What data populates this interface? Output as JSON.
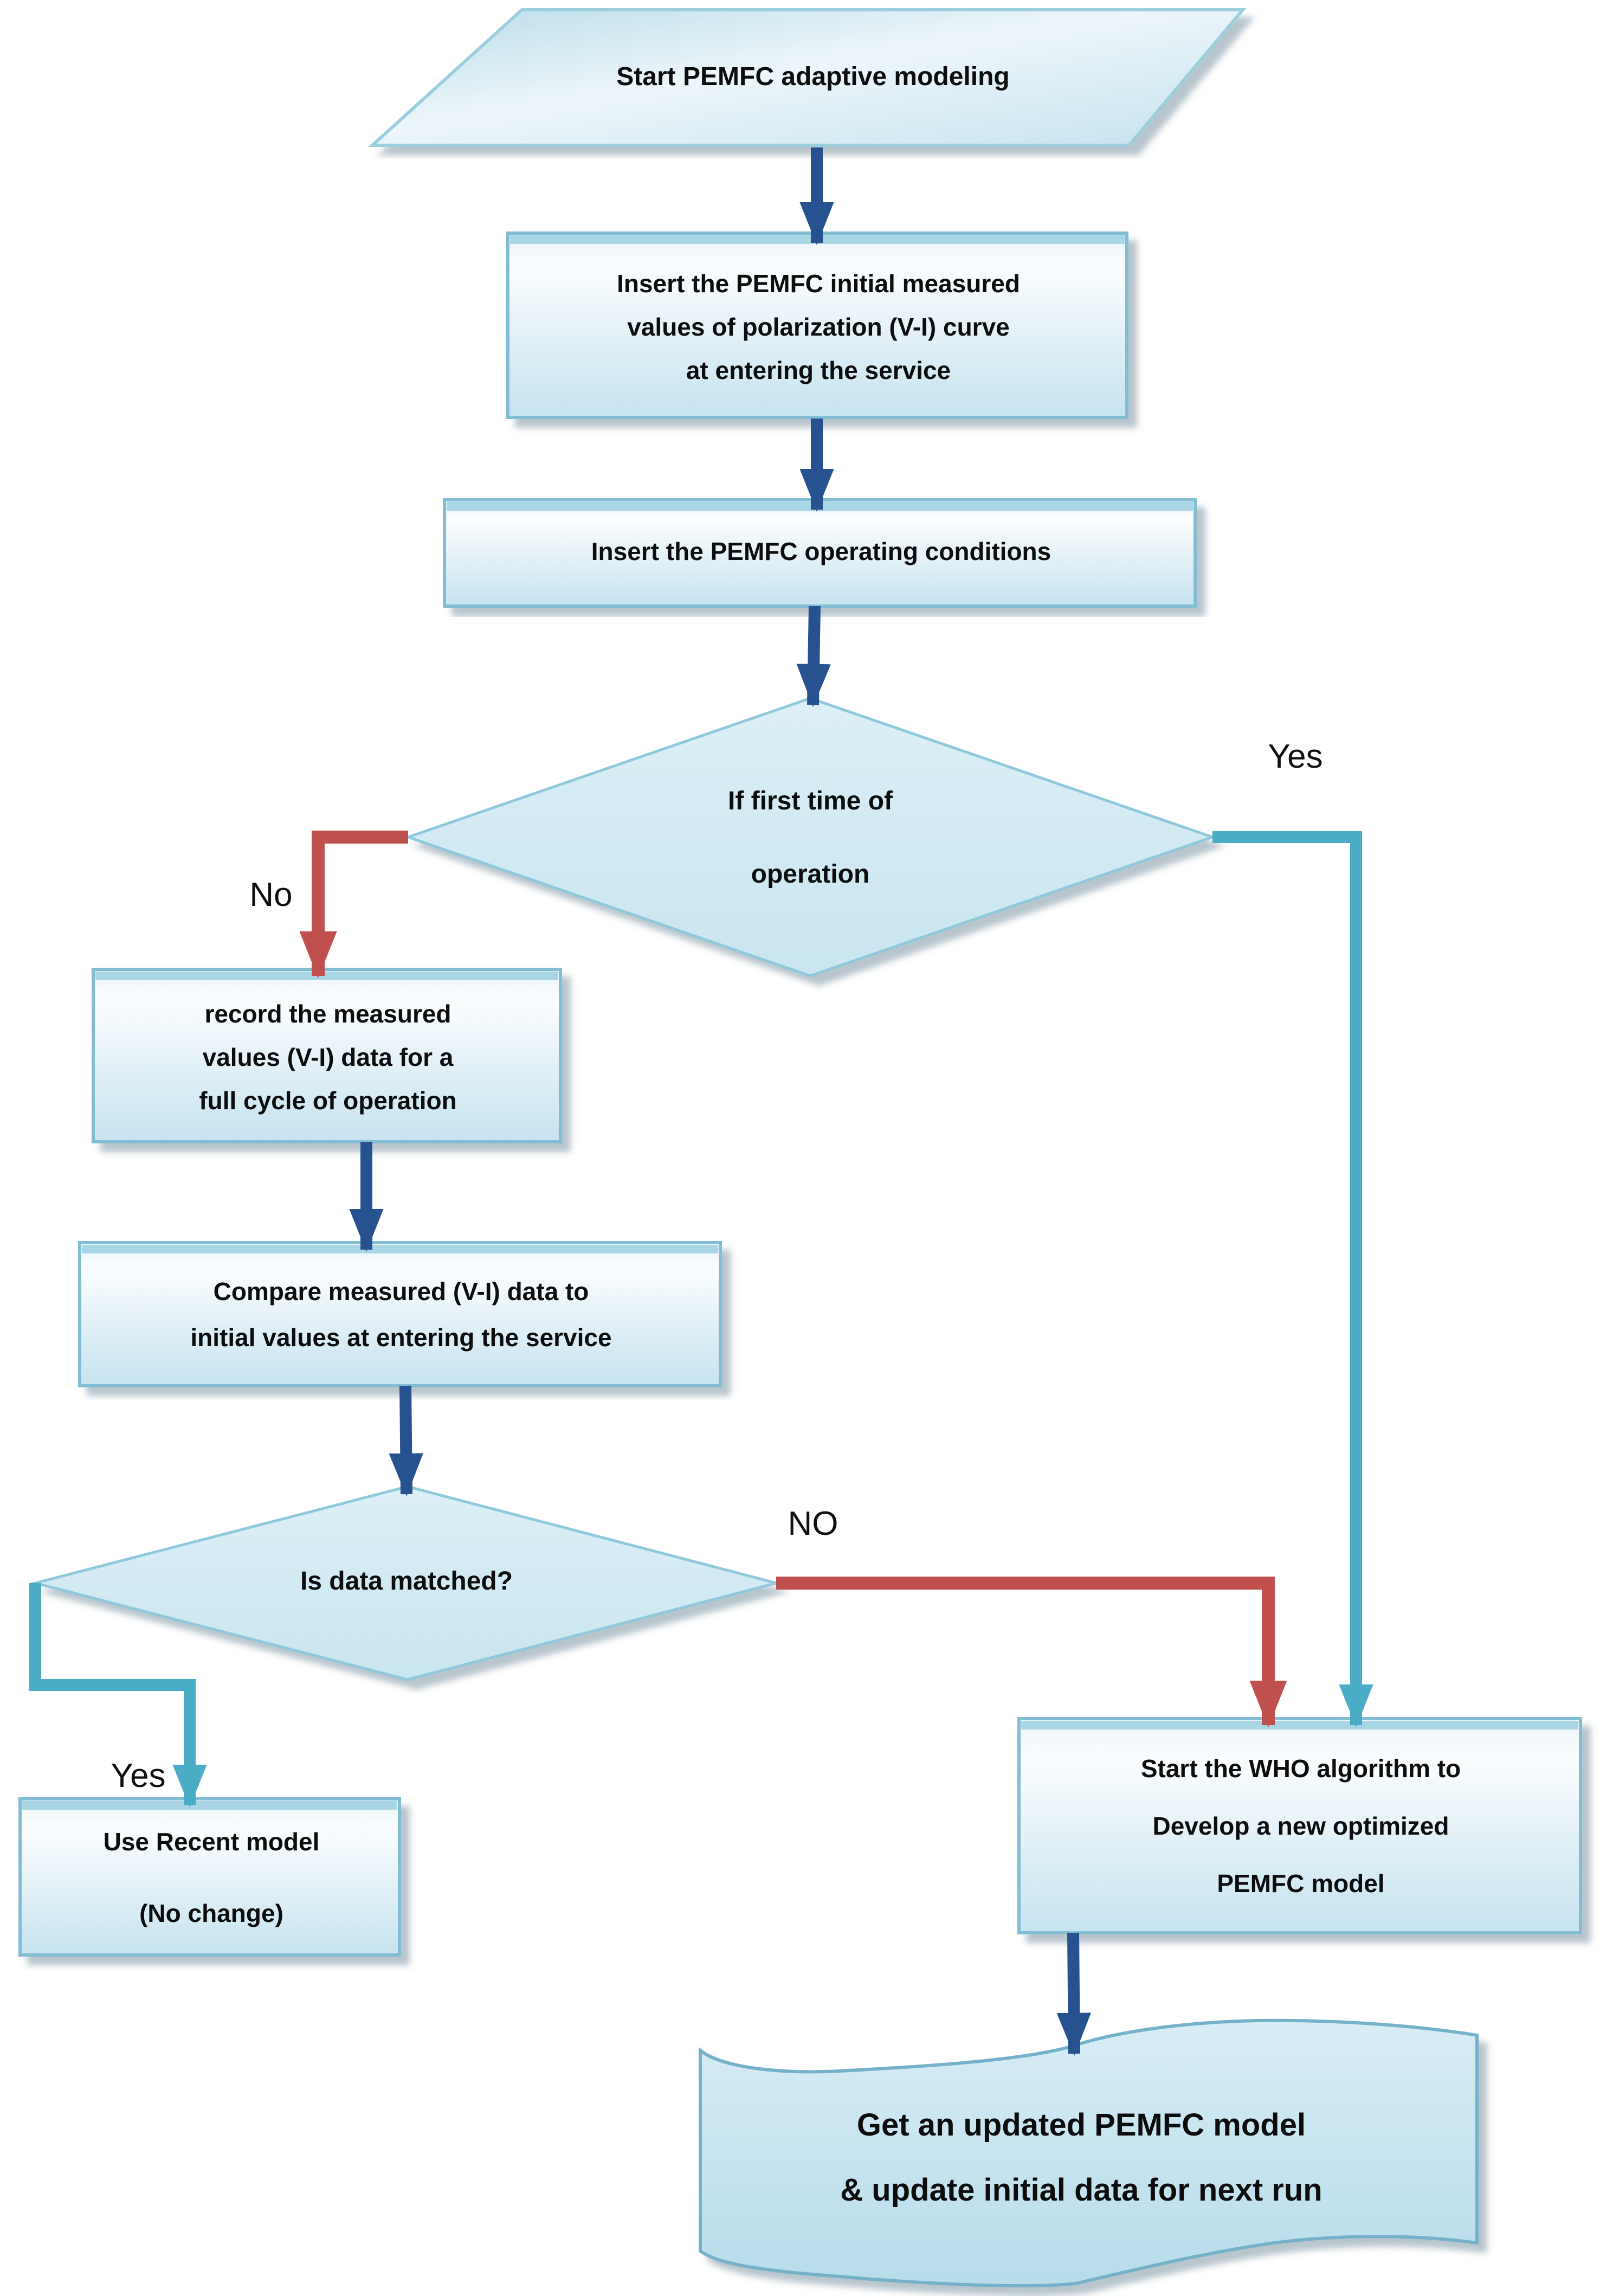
{
  "flowchart": {
    "nodes": {
      "start": {
        "text": "Start PEMFC adaptive modeling"
      },
      "insert_initial": {
        "line1": "Insert the PEMFC initial measured",
        "line2": "values of polarization (V-I) curve",
        "line3": "at entering the service"
      },
      "insert_operating": {
        "text": "Insert the PEMFC operating conditions"
      },
      "first_time": {
        "line1": "If first time of",
        "line2": "operation"
      },
      "record": {
        "line1": "record the measured",
        "line2": "values (V-I) data for a",
        "line3": "full cycle of operation"
      },
      "compare": {
        "line1": "Compare measured (V-I) data to",
        "line2": "initial values at entering the service"
      },
      "matched": {
        "text": "Is data matched?"
      },
      "use_recent": {
        "line1": "Use Recent model",
        "line2": "(No change)"
      },
      "who": {
        "line1": "Start the WHO algorithm to",
        "line2": "Develop a new optimized",
        "line3": "PEMFC model"
      },
      "updated": {
        "line1": "Get an updated PEMFC model",
        "line2": "& update initial data for next run"
      }
    },
    "edges": {
      "first_time_yes": "Yes",
      "first_time_no": "No",
      "matched_no": "NO",
      "matched_yes": "Yes"
    },
    "colors": {
      "arrow_blue": "#27518F",
      "arrow_red": "#C0504D",
      "arrow_teal": "#4BACC6",
      "shape_border": "#82BDD3",
      "shape_fill": "#CDE7F2",
      "text": "#0D0D0D"
    }
  }
}
